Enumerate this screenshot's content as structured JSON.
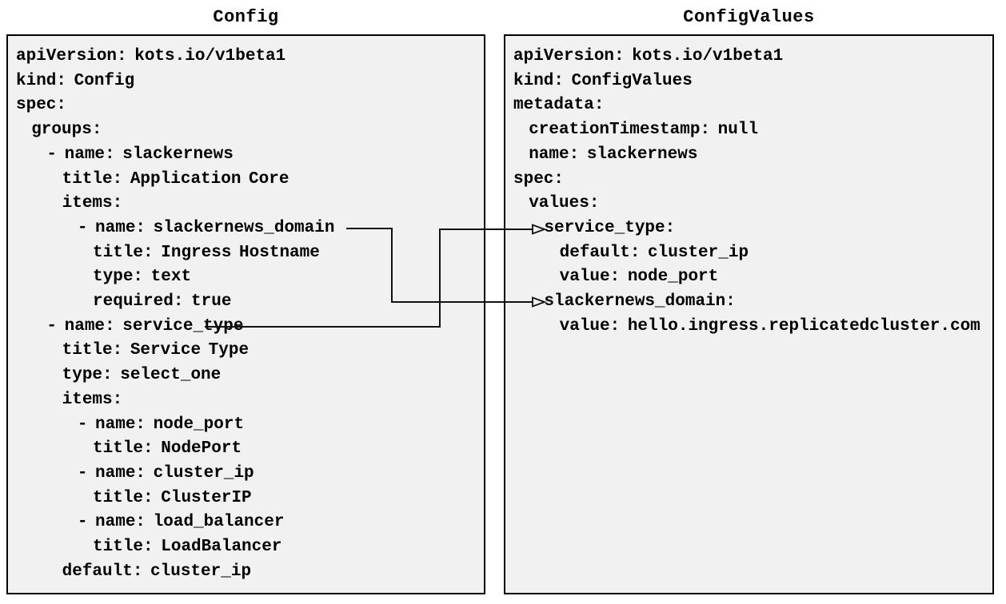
{
  "colors": {
    "page_bg": "#ffffff",
    "panel_bg": "#f1f1f2",
    "panel_border": "#000000",
    "text": "#000000",
    "arrow": "#111111"
  },
  "panels": [
    {
      "id": "config",
      "title": "Config",
      "lines": [
        "apiVersion: kots.io/v1beta1",
        "kind: Config",
        "spec:",
        "  groups:",
        "    - name: slackernews",
        "      title: Application Core",
        "      items:",
        "        - name: slackernews_domain",
        "          title: Ingress Hostname",
        "          type: text",
        "          required: true",
        "    - name: service_type",
        "      title: Service Type",
        "      type: select_one",
        "      items:",
        "        - name: node_port",
        "          title: NodePort",
        "        - name: cluster_ip",
        "          title: ClusterIP",
        "        - name: load_balancer",
        "          title: LoadBalancer",
        "      default: cluster_ip"
      ]
    },
    {
      "id": "configvalues",
      "title": "ConfigValues",
      "lines": [
        "apiVersion: kots.io/v1beta1",
        "kind: ConfigValues",
        "metadata:",
        "  creationTimestamp: null",
        "  name: slackernews",
        "spec:",
        "  values:",
        "    service_type:",
        "      default: cluster_ip",
        "      value: node_port",
        "    slackernews_domain:",
        "      value: hello.ingress.replicatedcluster.com"
      ]
    }
  ],
  "connections": [
    {
      "from_panel": "Config",
      "from_key": "name: slackernews_domain",
      "to_panel": "ConfigValues",
      "to_key": "slackernews_domain:"
    },
    {
      "from_panel": "Config",
      "from_key": "name: service_type",
      "to_panel": "ConfigValues",
      "to_key": "service_type:"
    }
  ]
}
